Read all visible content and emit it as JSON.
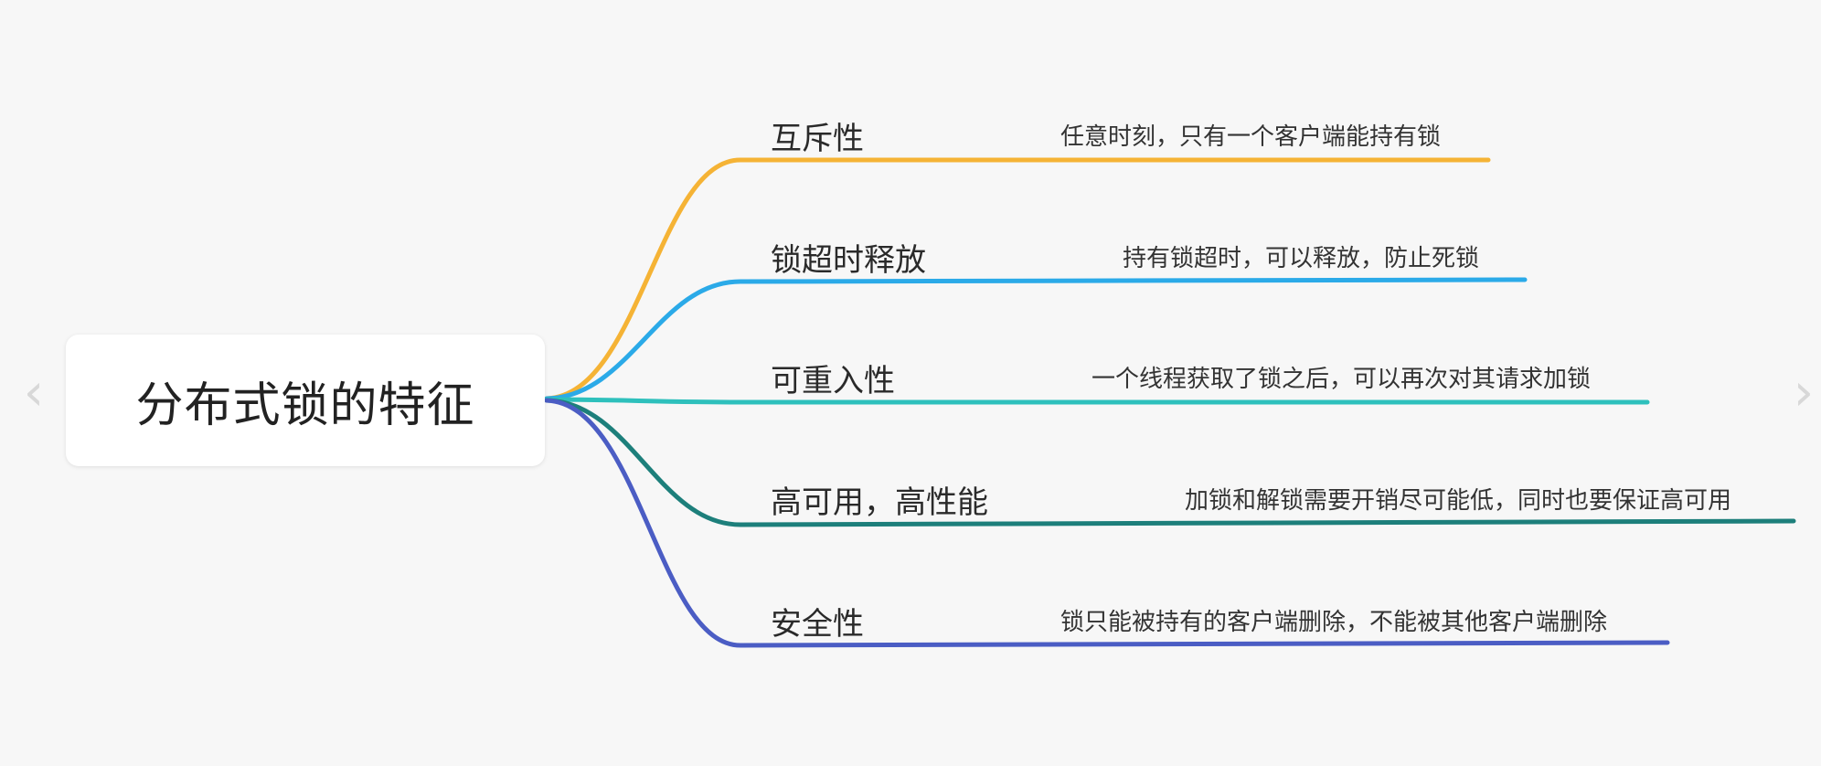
{
  "root": {
    "title": "分布式锁的特征"
  },
  "branches": [
    {
      "label": "互斥性",
      "description": "任意时刻，只有一个客户端能持有锁",
      "color": "#F5B335"
    },
    {
      "label": "锁超时释放",
      "description": "持有锁超时，可以释放，防止死锁",
      "color": "#2BAAE8"
    },
    {
      "label": "可重入性",
      "description": "一个线程获取了锁之后，可以再次对其请求加锁",
      "color": "#2EC0BC"
    },
    {
      "label": "高可用，高性能",
      "description": "加锁和解锁需要开销尽可能低，同时也要保证高可用",
      "color": "#1D7F7B"
    },
    {
      "label": "安全性",
      "description": "锁只能被持有的客户端删除，不能被其他客户端删除",
      "color": "#4B5DC4"
    }
  ],
  "nav": {
    "prev_icon": "chevron-left-icon",
    "next_icon": "chevron-right-icon"
  }
}
